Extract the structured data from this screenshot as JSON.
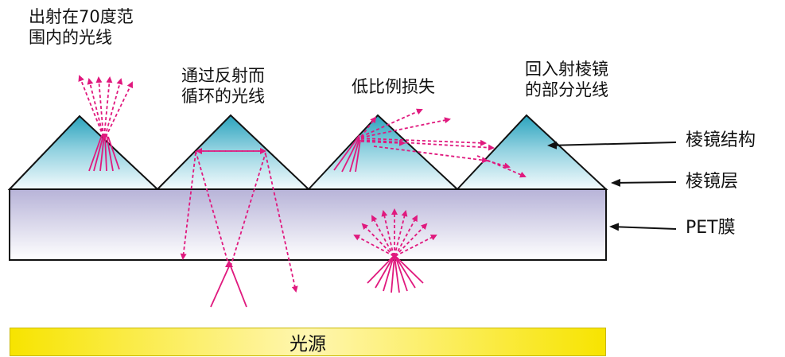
{
  "labels": {
    "emit_70": [
      "出射在70度范",
      "围内的光线"
    ],
    "recycle": [
      "通过反射而",
      "循环的光线"
    ],
    "low_loss": "低比例损失",
    "return_prism": [
      "回入射棱镜",
      "的部分光线"
    ],
    "prism_structure": "棱镜结构",
    "prism_layer": "棱镜层",
    "pet_film": "PET膜",
    "light_source": "光源"
  },
  "colors": {
    "ray": "#e0197e",
    "prism_top": "#2aa3bd",
    "prism_bottom": "#f4fbfd",
    "film_top": "#b7b3d8",
    "film_bottom": "#ffffff",
    "source": "#f7e400",
    "outline": "#111111"
  }
}
